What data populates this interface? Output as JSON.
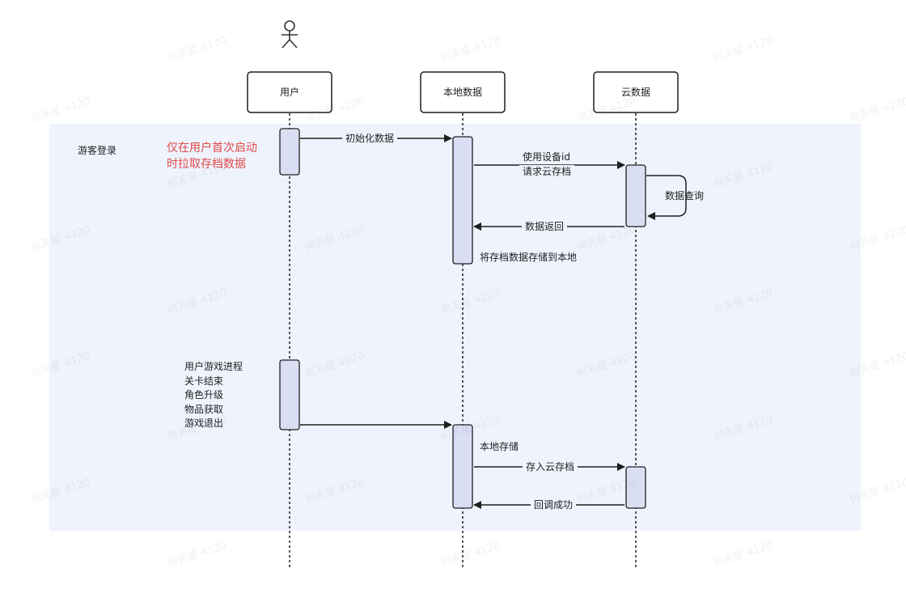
{
  "participants": [
    {
      "id": "user",
      "label": "用户"
    },
    {
      "id": "local",
      "label": "本地数据"
    },
    {
      "id": "cloud",
      "label": "云数据"
    }
  ],
  "frame": {
    "title": "游客登录"
  },
  "note": "仅在用户首次启动\n时拉取存档数据",
  "messages": {
    "init": "初始化数据",
    "request_line1": "使用设备id",
    "request_line2": "请求云存档",
    "query": "数据查询",
    "return": "数据返回",
    "store_local": "将存档数据存储到本地",
    "progress": "用户游戏进程\n关卡结束\n角色升级\n物品获取\n游戏退出",
    "local_save": "本地存储",
    "cloud_save": "存入云存档",
    "callback": "回调成功"
  },
  "watermark": "何天星 4120",
  "colors": {
    "frame_bg": "#eff3fd",
    "activation_fill": "#d9def3",
    "note_red": "#e04a4a",
    "line": "#1f1f1f"
  }
}
